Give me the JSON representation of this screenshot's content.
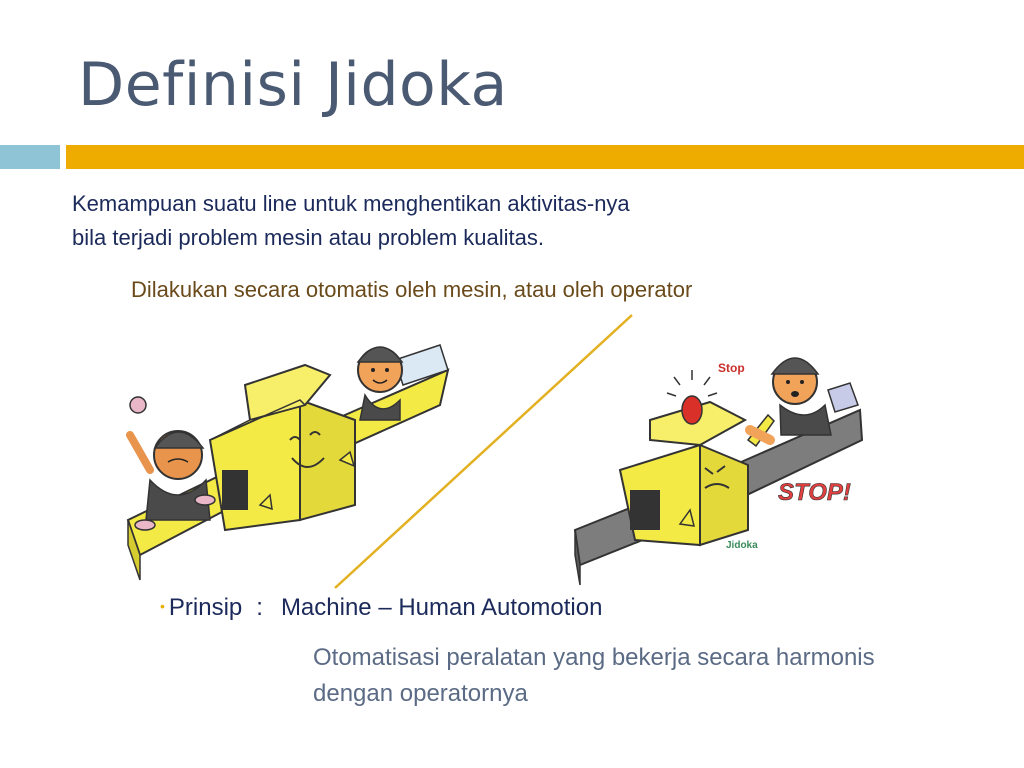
{
  "slide": {
    "title": "Definisi Jidoka",
    "definition_line1": "Kemampuan suatu line untuk menghentikan aktivitas-nya",
    "definition_line2": "bila terjadi problem mesin atau problem kualitas.",
    "subtitle": "Dilakukan secara otomatis oleh mesin, atau oleh operator",
    "principle": {
      "bullet": "•",
      "label": "Prinsip",
      "separator": ":",
      "value": "Machine – Human Automotion"
    },
    "description_line1": "Otomatisasi peralatan yang bekerja secara harmonis",
    "description_line2": "dengan operatornya"
  },
  "illustration": {
    "stop_small": "Stop",
    "stop_big": "STOP!",
    "caption": "Jidoka"
  },
  "colors": {
    "title": "#4a5a72",
    "accent_bar": "#efac00",
    "side_bar": "#8fc3d6",
    "machine_yellow": "#f3ea46",
    "divider_line": "#e2b020"
  }
}
